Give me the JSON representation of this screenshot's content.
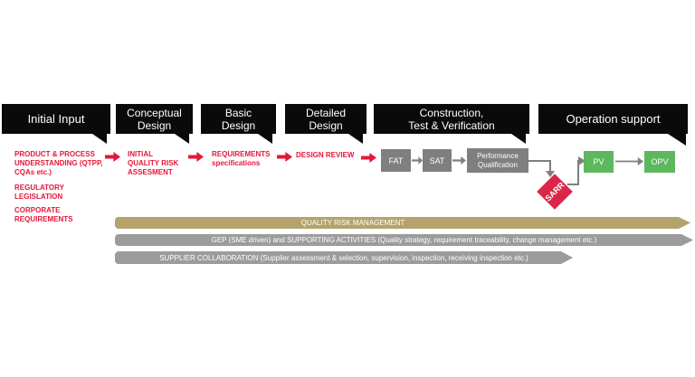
{
  "colors": {
    "black": "#0a0a0a",
    "red": "#e4173a",
    "sarr": "#d8274a",
    "boxgray": "#7f7f7f",
    "bargray": "#9c9c9c",
    "connector": "#7f7f7f",
    "tan": "#b5a36d",
    "green": "#5cb85c"
  },
  "phases": [
    {
      "label": "Initial Input"
    },
    {
      "label": "Conceptual\nDesign"
    },
    {
      "label": "Basic\nDesign"
    },
    {
      "label": "Detailed\nDesign"
    },
    {
      "label": "Construction,\nTest & Verification"
    },
    {
      "label": "Operation support"
    }
  ],
  "inputs": {
    "item1": "PRODUCT & PROCESS\nUNDERSTANDING (QTPP,\nCQAs etc.)",
    "item2": "REGULATORY\nLEGISLATION",
    "item3": "CORPORATE\nREQUIREMENTS"
  },
  "steps": {
    "initial_qra": "INITIAL\nQUALITY RISK\nASSESMENT",
    "requirements": "REQUIREMENTS\nspecifications",
    "design_review": "DESIGN REVIEW"
  },
  "boxes": {
    "fat": "FAT",
    "sat": "SAT",
    "pq": "Performance\nQualification",
    "sarr": "SARR",
    "pv": "PV",
    "opv": "OPV"
  },
  "bars": [
    {
      "label": "QUALITY RISK MANAGEMENT"
    },
    {
      "label": "GEP (SME driven) and SUPPORTING ACTIVITIES (Quality strategy, requirement traceability, change management  etc.)"
    },
    {
      "label": "SUPPLIER COLLABORATION (Supplier assessment & selection, supervision, inspection, receiving inspection etc.)"
    }
  ]
}
